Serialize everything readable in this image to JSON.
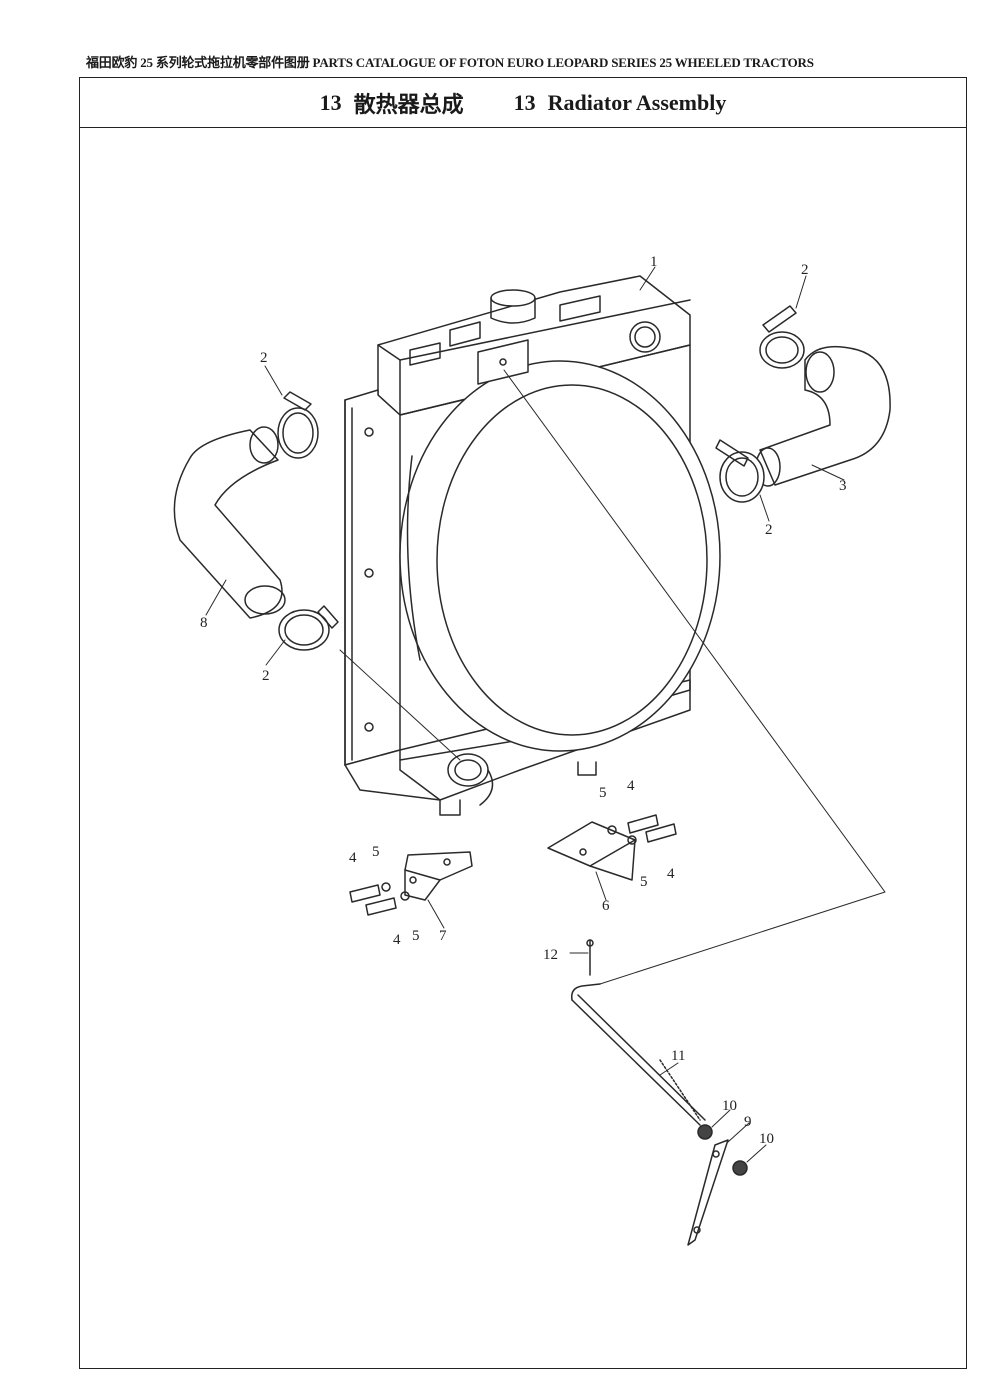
{
  "header": {
    "running_title": "福田欧豹 25 系列轮式拖拉机零部件图册   PARTS CATALOGUE  OF FOTON EURO LEOPARD SERIES 25 WHEELED TRACTORS"
  },
  "title": {
    "number_cn": "13",
    "name_cn": "散热器总成",
    "number_en": "13",
    "name_en": "Radiator Assembly"
  },
  "callouts": {
    "c1": "1",
    "c2a": "2",
    "c2b": "2",
    "c2c": "2",
    "c2d": "2",
    "c3": "3",
    "c4a": "4",
    "c4b": "4",
    "c4c": "4",
    "c4d": "4",
    "c5a": "5",
    "c5b": "5",
    "c5c": "5",
    "c5d": "5",
    "c6": "6",
    "c7": "7",
    "c8": "8",
    "c9": "9",
    "c10a": "10",
    "c10b": "10",
    "c11": "11",
    "c12": "12"
  }
}
